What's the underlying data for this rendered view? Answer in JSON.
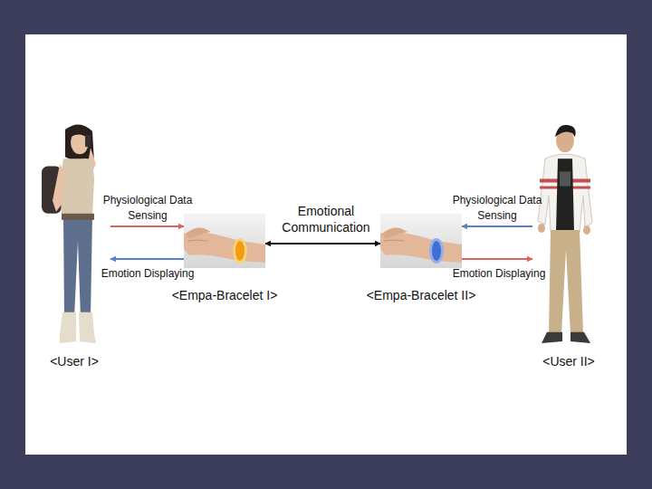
{
  "diagram": {
    "nodes": [
      {
        "text": [
          "<User I>"
        ]
      },
      {
        "text": [
          "<Empa-Bracelet I>"
        ]
      },
      {
        "text": [
          "<Empa-Bracelet II>"
        ]
      },
      {
        "text": [
          "<User II>"
        ]
      }
    ],
    "edges": [
      {
        "from": 0,
        "to": 1,
        "label": "Physiological Data Sensing",
        "arrow": "to"
      },
      {
        "from": 1,
        "to": 0,
        "label": "Emotion Displaying",
        "arrow": "to"
      },
      {
        "from": 1,
        "to": 2,
        "label": "Emotional Communication",
        "arrow": "both"
      },
      {
        "from": 3,
        "to": 2,
        "label": "Physiological Data Sensing",
        "arrow": "to"
      },
      {
        "from": 2,
        "to": 3,
        "label": "Emotion Displaying",
        "arrow": "to"
      }
    ]
  }
}
